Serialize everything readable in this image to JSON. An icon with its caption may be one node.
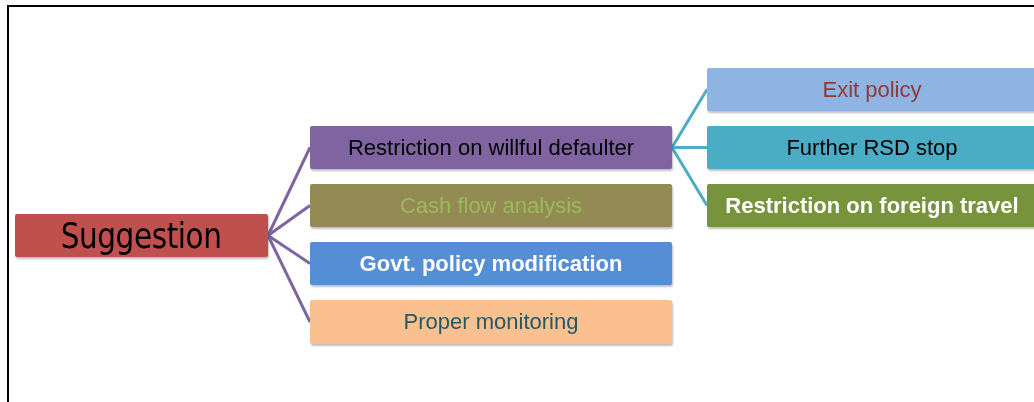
{
  "diagram": {
    "nodes": [
      {
        "text": [
          "Suggestion"
        ]
      },
      {
        "text": [
          "Restriction on willful defaulter"
        ]
      },
      {
        "text": [
          "Cash flow analysis"
        ]
      },
      {
        "text": [
          "Govt. policy modification"
        ]
      },
      {
        "text": [
          "Proper monitoring"
        ]
      },
      {
        "text": [
          "Exit policy"
        ]
      },
      {
        "text": [
          "Further RSD stop"
        ]
      },
      {
        "text": [
          "Restriction on foreign travel"
        ]
      }
    ],
    "edges": [
      {
        "from": 0,
        "to": 1,
        "arrow": "none"
      },
      {
        "from": 0,
        "to": 2,
        "arrow": "none"
      },
      {
        "from": 0,
        "to": 3,
        "arrow": "none"
      },
      {
        "from": 0,
        "to": 4,
        "arrow": "none"
      },
      {
        "from": 1,
        "to": 5,
        "arrow": "none",
        "color": "#4bacc6"
      },
      {
        "from": 1,
        "to": 6,
        "arrow": "none",
        "color": "#4bacc6"
      },
      {
        "from": 1,
        "to": 7,
        "arrow": "none",
        "color": "#4bacc6"
      }
    ]
  }
}
